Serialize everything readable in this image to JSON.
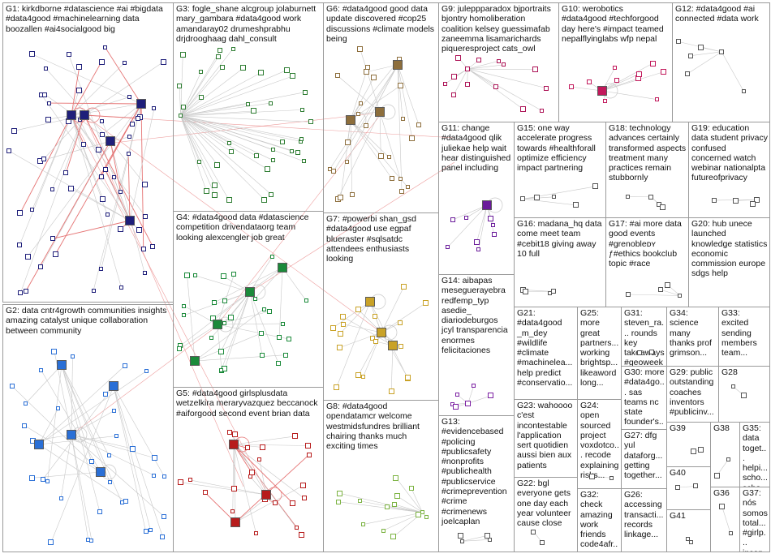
{
  "groups": [
    {
      "id": "G1",
      "label": "G1: kirkdborne #datascience #ai #bigdata #data4good #machinelearning data boozallen #ai4socialgood big",
      "color": "#1f1f7a"
    },
    {
      "id": "G2",
      "label": "G2: data cntr4growth communities insights amazing catalyst unique collaboration between community",
      "color": "#2a6fd6"
    },
    {
      "id": "G3",
      "label": "G3: fogle_shane alcgroup jolaburnett mary_gambara #data4good work amandaray02 drumeshprabhu drjdrooghaag dahl_consult",
      "color": "#2e7d32"
    },
    {
      "id": "G4",
      "label": "G4: #data4good data #datascience competition drivendataorg team looking alexcengler job great",
      "color": "#1b8a3a"
    },
    {
      "id": "G5",
      "label": "G5: #data4good girlsplusdata wetzelkira meraryvazquez beccanock #aiforgood second event brian data",
      "color": "#b71c1c"
    },
    {
      "id": "G6",
      "label": "G6: #data4good good data update discovered #cop25 discussions #climate models being",
      "color": "#8d6e3c"
    },
    {
      "id": "G7",
      "label": "G7: #powerbi shan_gsd #data4good use egpaf blueraster #sqlsatdc attendees enthusiasts looking",
      "color": "#c9a227"
    },
    {
      "id": "G8",
      "label": "G8: #data4good opendatamcr welcome westmidsfundres brilliant chairing thanks much exciting times",
      "color": "#7cb342"
    },
    {
      "id": "G9",
      "label": "G9: juleppparadox bjportraits bjontry homoliberation coalition kelsey guessimafab zaneemma lisamarichards piqueresproject cats_owl",
      "color": "#ad1457"
    },
    {
      "id": "G10",
      "label": "G10: werobotics #data4good #techforgood day here's #impact teamed nepalflyinglabs wfp nepal",
      "color": "#c2185b"
    },
    {
      "id": "G11",
      "label": "G11: change #data4good qlik juliekae help wait hear distinguished panel including",
      "color": "#6a1b9a"
    },
    {
      "id": "G12",
      "label": "G12: #data4good #ai connected #data work",
      "color": "#555555"
    },
    {
      "id": "G13",
      "label": "G13: #evidencebased #policing #publicsafety #nonprofits #publichealth #publicservice #crimeprevention #crime #crimenews joelcaplan",
      "color": "#555555"
    },
    {
      "id": "G14",
      "label": "G14: aibapas meseguerayebra redfemp_typ asedie_ diariodeburgos jcyl transparencia enormes felicitaciones",
      "color": "#7b1fa2"
    },
    {
      "id": "G15",
      "label": "G15: one way accelerate progress towards #healthforall optimize efficiency impact partnering",
      "color": "#555555"
    },
    {
      "id": "G16",
      "label": "G16: madana_hq data come meet team #cebit18 giving away 10 full",
      "color": "#555555"
    },
    {
      "id": "G17",
      "label": "G17: #ai more data good events #grenobleᴅʏ ƒ#ethics bookclub topic #race",
      "color": "#555555"
    },
    {
      "id": "G18",
      "label": "G18: technology advances certainly transformed aspects treatment many practices remain stubbornly",
      "color": "#555555"
    },
    {
      "id": "G19",
      "label": "G19: education data student privacy confused concerned watch webinar nationalpta futureofprivacy",
      "color": "#555555"
    },
    {
      "id": "G20",
      "label": "G20: hub unece launched knowledge statistics economic commission europe sdgs help",
      "color": "#555555"
    },
    {
      "id": "G21",
      "label": "G21: #data4good _m_dey #wildlife #climate #machinelea... help predict #conservatio...",
      "color": "#555555"
    },
    {
      "id": "G22",
      "label": "G22: bgl everyone gets one day each year volunteer cause close",
      "color": "#555555"
    },
    {
      "id": "G23",
      "label": "G23: wahoooo c'est incontestable l'application sert quotidien aussi bien aux patients",
      "color": "#555555"
    },
    {
      "id": "G24",
      "label": "G24: open sourced project voxdotco... recode explaining risks...",
      "color": "#555555"
    },
    {
      "id": "G25",
      "label": "G25: more great partners... working brightsp... likeaword long...",
      "color": "#555555"
    },
    {
      "id": "G26",
      "label": "G26: accessing transacti... records linkage...",
      "color": "#555555"
    },
    {
      "id": "G27",
      "label": "G27: dfg yul dataforg... getting together...",
      "color": "#555555"
    },
    {
      "id": "G28",
      "label": "G28",
      "color": "#555555"
    },
    {
      "id": "G29",
      "label": "G29: public outstanding coaches inventors #publicinv...",
      "color": "#555555"
    },
    {
      "id": "G30",
      "label": "G30: more #data4go... sas teams nc state founder's...",
      "color": "#555555"
    },
    {
      "id": "G31",
      "label": "G31: steven_ra... rounds key takeaways #geoweek...",
      "color": "#555555"
    },
    {
      "id": "G32",
      "label": "G32: check amazing work friends code4afr...",
      "color": "#555555"
    },
    {
      "id": "G33",
      "label": "G33: excited sending members team...",
      "color": "#555555"
    },
    {
      "id": "G34",
      "label": "G34: science many thanks prof grimson...",
      "color": "#555555"
    },
    {
      "id": "G35",
      "label": "G35: data toget... helpi... scho... scho...",
      "color": "#555555"
    },
    {
      "id": "G36",
      "label": "G36",
      "color": "#555555"
    },
    {
      "id": "G37",
      "label": "G37: nós somos total... #girlp... incen...",
      "color": "#555555"
    },
    {
      "id": "G38",
      "label": "G38",
      "color": "#555555"
    },
    {
      "id": "G39",
      "label": "G39",
      "color": "#555555"
    },
    {
      "id": "G40",
      "label": "G40",
      "color": "#555555"
    },
    {
      "id": "G41",
      "label": "G41",
      "color": "#555555"
    }
  ],
  "colors": {
    "edge": "#c8c8c8",
    "edge_highlight": "#e57373",
    "border": "#9a9a9a",
    "background": "#ffffff"
  }
}
